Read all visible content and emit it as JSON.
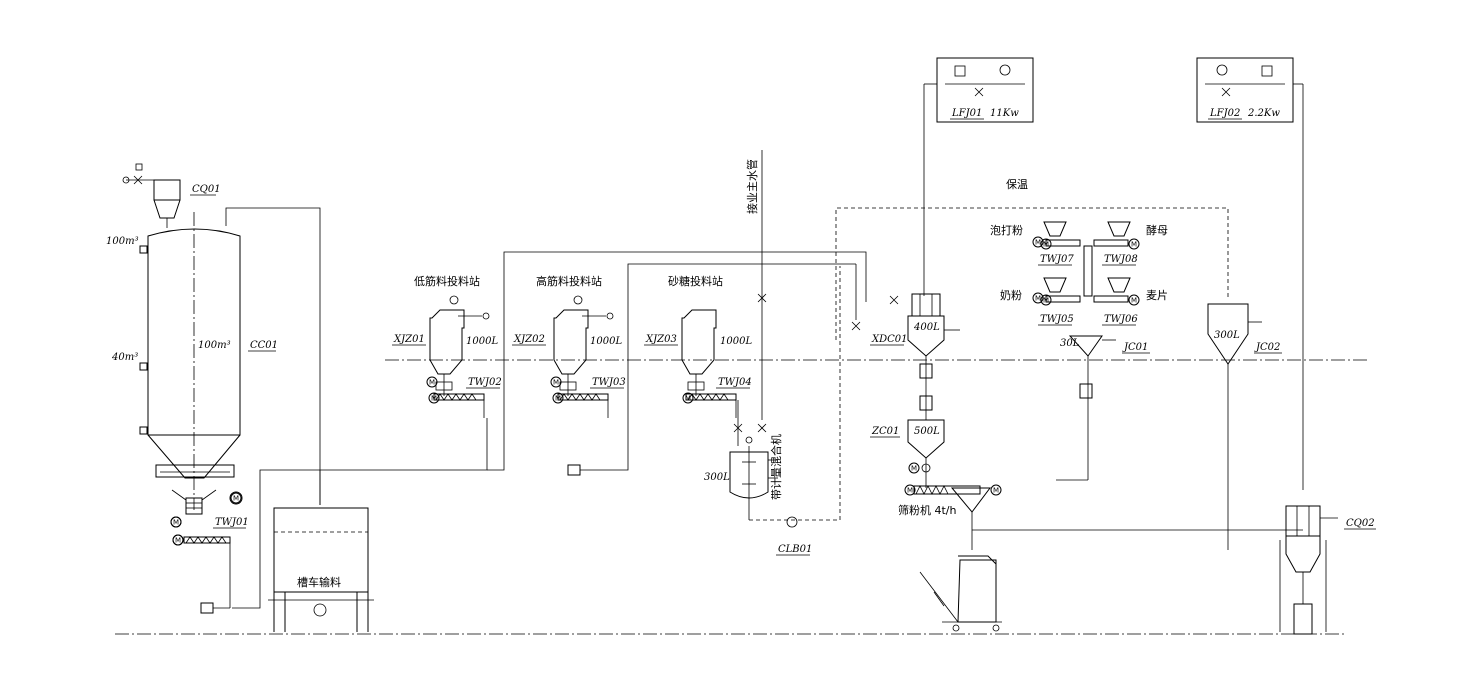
{
  "labels": {
    "cq01": "CQ01",
    "level_100m3": "100m³",
    "level_40m3": "40m³",
    "cc01_volume": "100m³",
    "cc01": "CC01",
    "twj01": "TWJ01",
    "tanker": "槽车输料",
    "station_low": "低筋料投料站",
    "station_high": "高筋料投料站",
    "station_sugar": "砂糖投料站",
    "xjz01": "XJZ01",
    "xjz02": "XJZ02",
    "xjz03": "XJZ03",
    "vol_1000_a": "1000L",
    "vol_1000_b": "1000L",
    "vol_1000_c": "1000L",
    "twj02": "TWJ02",
    "twj03": "TWJ03",
    "twj04": "TWJ04",
    "water_main": "接业主水管",
    "mixer_volume": "300L",
    "mixer_name": "带计量混合机",
    "clb01": "CLB01",
    "insulation": "保温",
    "xdc01": "XDC01",
    "xdc_volume": "400L",
    "zc01": "ZC01",
    "zc_volume": "500L",
    "sieve": "筛粉机 4t/h",
    "baking_powder": "泡打粉",
    "yeast": "酵母",
    "milk_powder": "奶粉",
    "oats": "麦片",
    "twj05": "TWJ05",
    "twj06": "TWJ06",
    "twj07": "TWJ07",
    "twj08": "TWJ08",
    "jc01_volume": "30L",
    "jc01": "JC01",
    "jc02_volume": "300L",
    "jc02": "JC02",
    "lfj01": "LFJ01",
    "lfj01_power": "11Kw",
    "lfj02": "LFJ02",
    "lfj02_power": "2.2Kw",
    "cq02": "CQ02",
    "motor": "M"
  }
}
